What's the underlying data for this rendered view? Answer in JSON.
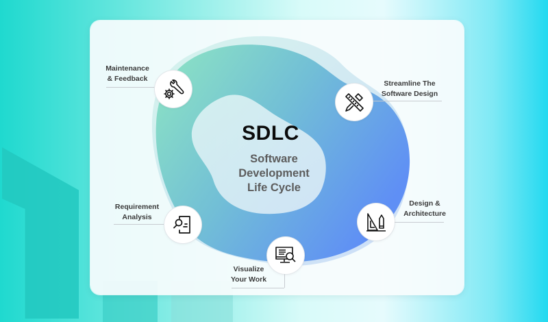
{
  "diagram": {
    "title": "SDLC",
    "subtitle_lines": [
      "Software",
      "Development",
      "Life Cycle"
    ],
    "stages": [
      {
        "id": "maintenance",
        "label_lines": [
          "Maintenance",
          "& Feedback"
        ],
        "icon": "wrench-gear-icon"
      },
      {
        "id": "streamline",
        "label_lines": [
          "Streamline The",
          "Software Design"
        ],
        "icon": "ruler-pencil-icon"
      },
      {
        "id": "design",
        "label_lines": [
          "Design &",
          "Architecture"
        ],
        "icon": "set-square-pencil-icon"
      },
      {
        "id": "visualize",
        "label_lines": [
          "Visualize",
          "Your Work"
        ],
        "icon": "monitor-search-icon"
      },
      {
        "id": "requirement",
        "label_lines": [
          "Requirement",
          "Analysis"
        ],
        "icon": "document-search-icon"
      }
    ],
    "colors": {
      "ring_start": "#86e3c4",
      "ring_end": "#5f93f3",
      "title": "#0b0b0b",
      "subtitle": "#5c5c5c",
      "background_teal": "#1fd9cf"
    }
  }
}
